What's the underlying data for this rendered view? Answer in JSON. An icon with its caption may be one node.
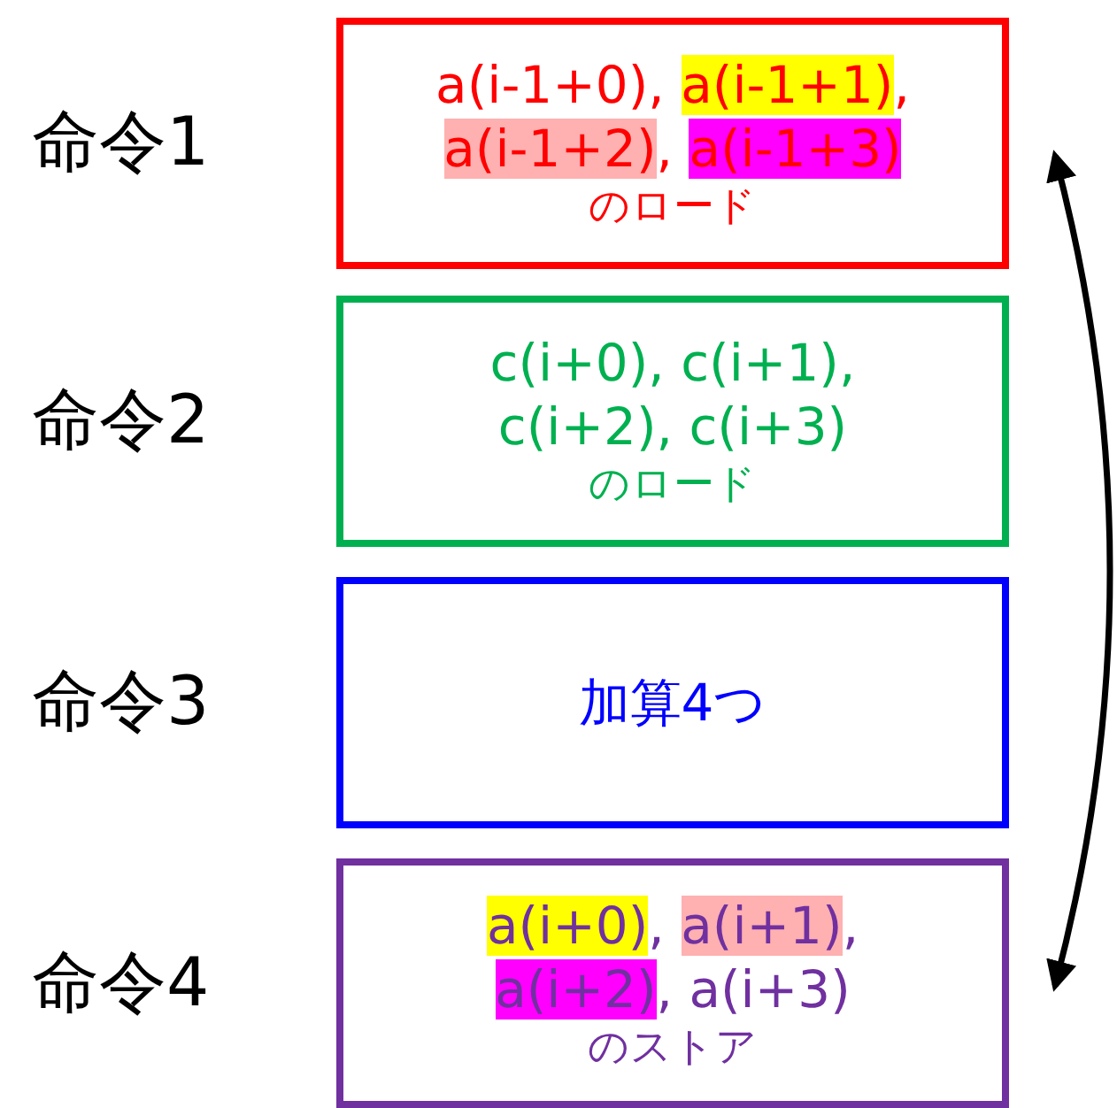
{
  "diagram": {
    "nodes": [
      {
        "text": [
          "a(i-1+0), a(i-1+1), a(i-1+2), a(i-1+3)",
          "のロード"
        ],
        "beside": [
          "命令1"
        ]
      },
      {
        "text": [
          "c(i+0), c(i+1), c(i+2), c(i+3)",
          "のロード"
        ],
        "beside": [
          "命令2"
        ]
      },
      {
        "text": [
          "加算4つ"
        ],
        "beside": [
          "命令3"
        ]
      },
      {
        "text": [
          "a(i+0), a(i+1), a(i+2), a(i+3)",
          "のストア"
        ],
        "beside": [
          "命令4"
        ]
      }
    ],
    "edges": [
      {
        "from": 0,
        "to": 3,
        "arrow": "both"
      }
    ]
  }
}
